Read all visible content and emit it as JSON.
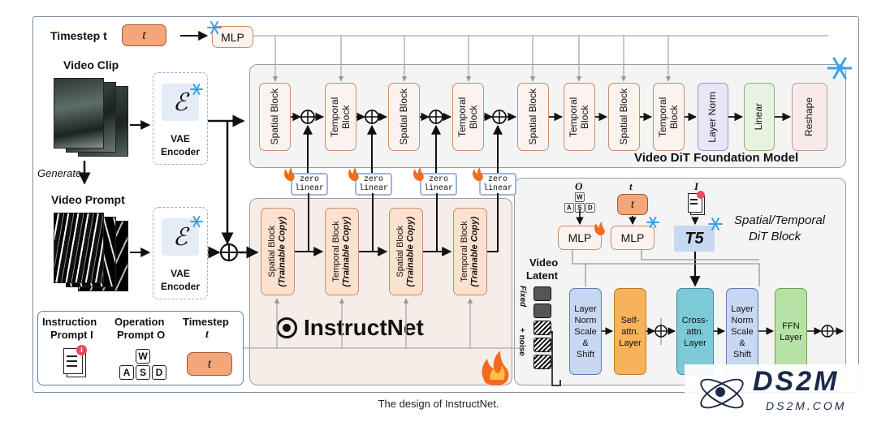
{
  "caption": "The design of InstructNet.",
  "timestep_label": "Timestep t",
  "t_symbol": "t",
  "mlp_label": "MLP",
  "video_clip_label": "Video Clip",
  "generate_label": "Generate",
  "video_prompt_label": "Video Prompt",
  "vae": {
    "symbol": "ℰ",
    "line1": "VAE",
    "line2": "Encoder"
  },
  "foundation": {
    "title": "Video DiT Foundation Model",
    "blocks": [
      "Spatial Block",
      "Temporal Block",
      "Spatial Block",
      "Temporal Block",
      "Spatial Block",
      "Temporal Block",
      "Spatial Block",
      "Temporal Block"
    ],
    "layer_norm": "Layer Norm",
    "linear": "Linear",
    "reshape": "Reshape"
  },
  "zero_linear": {
    "line1": "zero",
    "line2": "linear"
  },
  "instructnet": {
    "title": "InstructNet",
    "blocks": [
      {
        "line1": "Spatial Block",
        "line2": "(Trainable Copy)"
      },
      {
        "line1": "Temporal Block",
        "line2": "(Trainable Copy)"
      },
      {
        "line1": "Spatial Block",
        "line2": "(Trainable Copy)"
      },
      {
        "line1": "Temporal Block",
        "line2": "(Trainable Copy)"
      }
    ]
  },
  "inputs_box": {
    "instruction_line1": "Instruction",
    "instruction_line2": "Prompt I",
    "operation_line1": "Operation",
    "operation_line2": "Prompt O",
    "timestep_line1": "Timestep",
    "timestep_line2": "t",
    "keys_top": "W",
    "keys_bottom": [
      "A",
      "S",
      "D"
    ]
  },
  "dit_block": {
    "title_line1": "Spatial/Temporal",
    "title_line2": "DiT Block",
    "o_symbol": "O",
    "t_symbol": "t",
    "i_symbol": "I",
    "mlp1": "MLP",
    "mlp2": "MLP",
    "t5": "T5",
    "video_latent_line1": "Video",
    "video_latent_line2": "Latent",
    "fixed_label": "Fixed",
    "noise_label": "+ noise",
    "layer_norm_1": [
      "Layer",
      "Norm",
      "Scale",
      "&",
      "Shift"
    ],
    "self_attn": [
      "Self-",
      "attn.",
      "Layer"
    ],
    "cross_attn": [
      "Cross-",
      "attn.",
      "Layer"
    ],
    "layer_norm_2": [
      "Layer",
      "Norm",
      "Scale",
      "&",
      "Shift"
    ],
    "ffn": [
      "FFN",
      "Layer"
    ]
  },
  "logo": {
    "text": "DS2M",
    "sub": "DS2M.COM"
  },
  "colors": {
    "frame": "#7e8da3",
    "orange_fill": "#f4a57a",
    "block_fill": "#fcf3ee",
    "block_border": "#c48e71",
    "instruct_fill": "#f6ede8",
    "trainable_fill": "#fde1cf",
    "blue_fill": "#c9d8f2",
    "layer_norm_fill": "#e9e6f7",
    "linear_fill": "#e8f2e0",
    "reshape_fill": "#f9eaea",
    "self_attn_fill": "#f6b35a",
    "cross_attn_fill": "#7ccad8",
    "ffn_fill": "#b7e2a5",
    "snow": "#39a3e8",
    "fire": "#f26b21"
  }
}
